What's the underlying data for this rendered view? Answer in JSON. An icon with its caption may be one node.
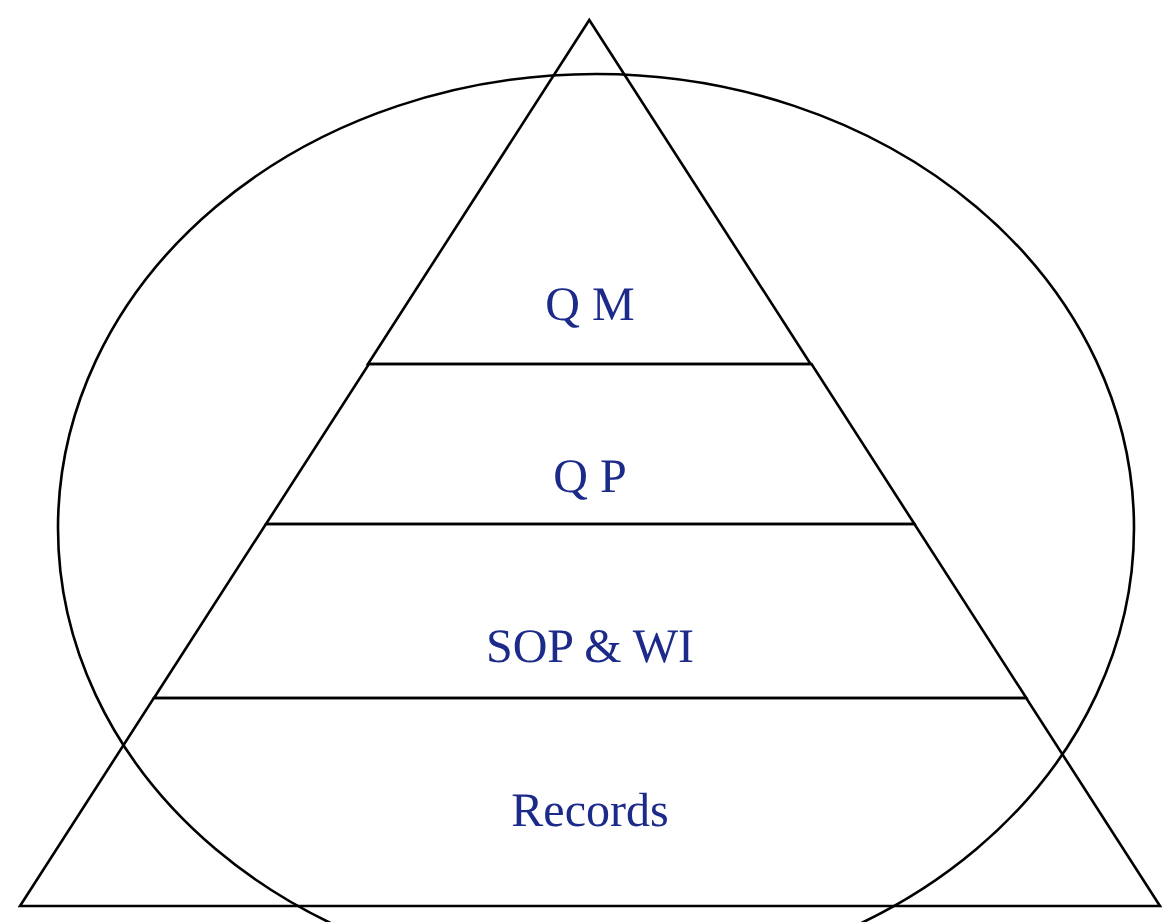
{
  "diagram": {
    "nodes": [
      {
        "text": [
          "Q M"
        ]
      },
      {
        "text": [
          "Q P"
        ]
      },
      {
        "text": [
          "SOP & WI"
        ]
      },
      {
        "text": [
          "Records"
        ]
      }
    ]
  }
}
